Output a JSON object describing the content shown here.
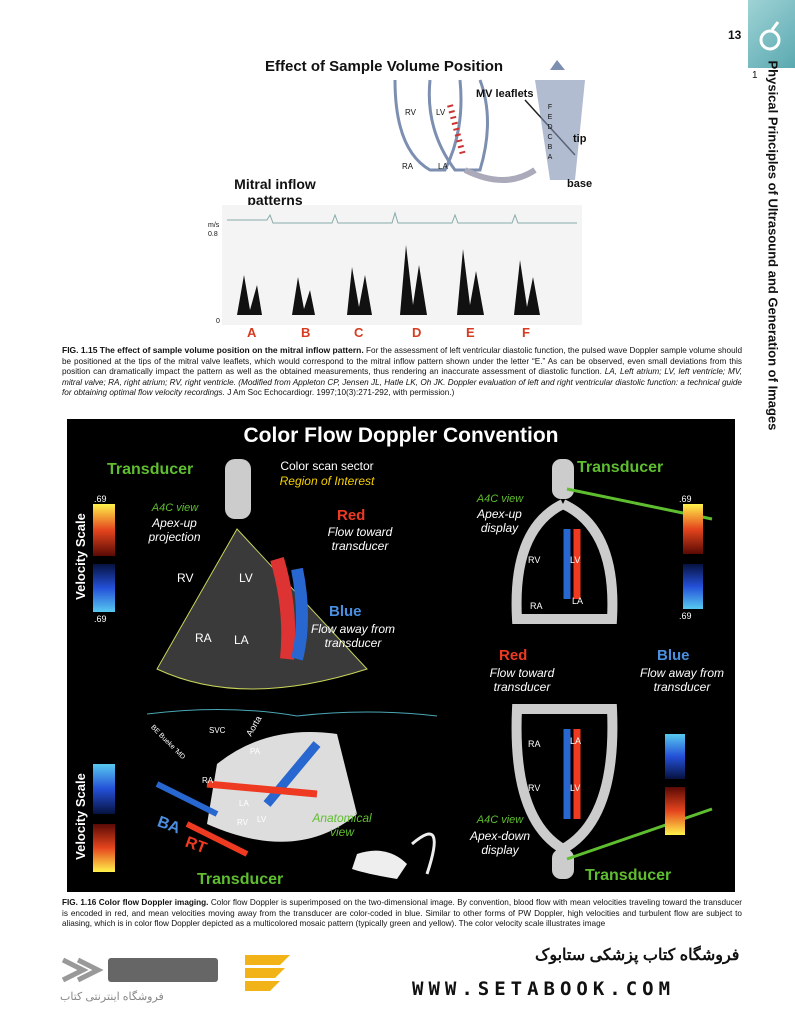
{
  "page_number": "13",
  "side": {
    "chapter_num": "1",
    "title": "Physical Principles of Ultrasound and Generation of Images"
  },
  "fig15": {
    "title": "Effect of Sample Volume Position",
    "subtitle": "Mitral inflow patterns",
    "labels": {
      "rv": "RV",
      "lv": "LV",
      "ra": "RA",
      "la": "LA",
      "mv": "MV leaflets",
      "tip": "tip",
      "base": "base",
      "ms": "m/s",
      "scale": "0.8",
      "zero": "0"
    },
    "arrow_letters": [
      "F",
      "E",
      "D",
      "C",
      "B",
      "A"
    ],
    "pattern_letters": [
      "A",
      "B",
      "C",
      "D",
      "E",
      "F"
    ],
    "caption_label": "FIG. 1.15",
    "caption_bold": "The effect of sample volume position on the mitral inflow pattern.",
    "caption_text": "For the assessment of left ventricular diastolic function, the pulsed wave Doppler sample volume should be positioned at the tips of the mitral valve leaflets, which would correspond to the mitral inflow pattern shown under the letter “E.” As can be observed, even small deviations from this position can dramatically impact the pattern as well as the obtained measurements, thus rendering an inaccurate assessment of diastolic function.",
    "caption_abbr": "LA, Left atrium; LV, left ventricle; MV, mitral valve; RA, right atrium; RV, right ventricle.",
    "caption_source": "(Modified from Appleton CP, Jensen JL, Hatle LK, Oh JK. Doppler evaluation of left and right ventricular diastolic function: a technical guide for obtaining optimal flow velocity recordings.",
    "caption_journal": "J Am Soc Echocardiogr. 1997;10(3):271-292, with permission.)"
  },
  "fig16": {
    "title": "Color Flow Doppler Convention",
    "transducer": "Transducer",
    "sector": "Color scan sector",
    "roi": "Region of Interest",
    "a4c_up": "A4C view",
    "apex_up_proj": "Apex-up projection",
    "apex_up_display": "Apex-up display",
    "apex_down_display": "Apex-down display",
    "red": "Red",
    "flow_toward": "Flow toward transducer",
    "blue": "Blue",
    "flow_away": "Flow away from transducer",
    "velocity_scale": "Velocity Scale",
    "v_top": ".69",
    "v_bot": ".69",
    "rv": "RV",
    "lv": "LV",
    "ra": "RA",
    "la": "LA",
    "svc": "SVC",
    "pa": "PA",
    "aorta": "Aorta",
    "anatomical": "Anatomical view",
    "ba": "BA",
    "rt": "RT",
    "rotated": "BE Bueke 'MD",
    "colors": {
      "red": "#ef3a22",
      "blue": "#4a8fe0",
      "green": "#5fbe2f"
    },
    "caption_label": "FIG. 1.16",
    "caption_bold": "Color flow Doppler imaging.",
    "caption_text": "Color flow Doppler is superimposed on the two-dimensional image. By convention, blood flow with mean velocities traveling toward the transducer is encoded in red, and mean velocities moving away from the transducer are color-coded in blue. Similar to other forms of PW Doppler, high velocities and turbulent flow are subject to aliasing, which is in color flow Doppler depicted as a multicolored mosaic pattern (typically green and yellow). The color velocity scale illustrates image"
  },
  "footer": {
    "shop_fa": "فروشگاه کتاب پزشکی ستابوک",
    "shop_en": "WWW.SETABOOK.COM",
    "logo_fa": "فروشگاه اینترنتی کتاب"
  }
}
